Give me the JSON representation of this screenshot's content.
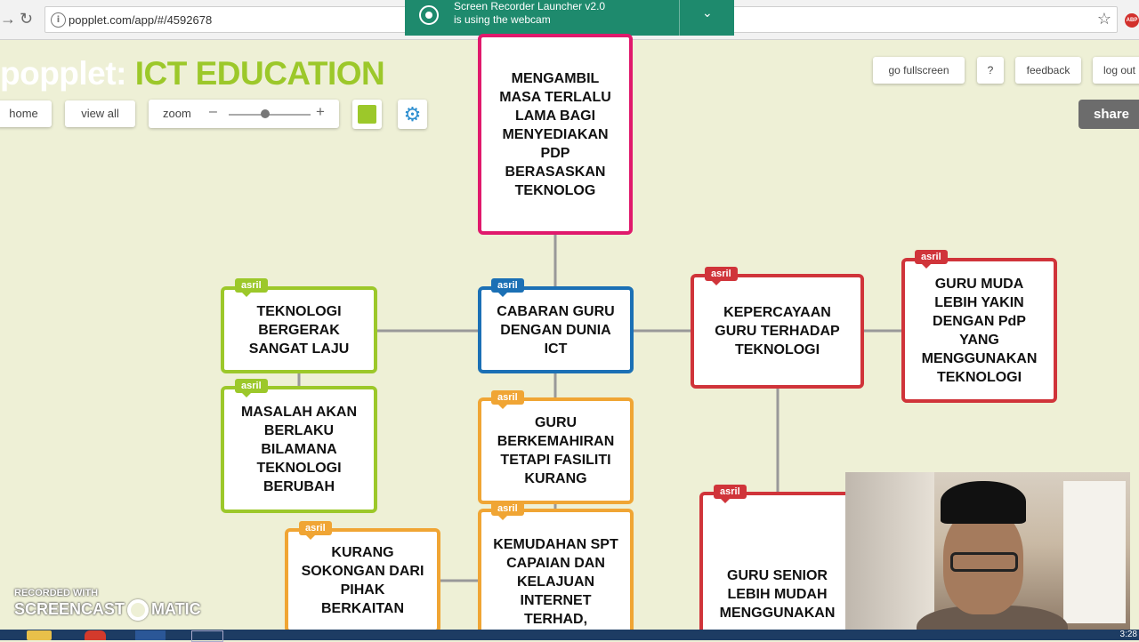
{
  "browser": {
    "url": "popplet.com/app/#/4592678"
  },
  "notification": {
    "title": "Screen Recorder Launcher v2.0",
    "message": "is using the webcam"
  },
  "app": {
    "brand_name": "popplet",
    "board_title": "ICT EDUCATION",
    "toolbar": {
      "home": "home",
      "view_all": "view all",
      "zoom": "zoom",
      "zoom_level": 0.45
    },
    "header_links": {
      "fullscreen": "go fullscreen",
      "help": "?",
      "feedback": "feedback",
      "logout": "log out",
      "share": "share"
    },
    "accent_color": "#9cc82a"
  },
  "popples": [
    {
      "author": "",
      "text": "MENGAMBIL MASA TERLALU LAMA BAGI MENYEDIAKAN PDP BERASASKAN TEKNOLOG",
      "color": "#e0196c"
    },
    {
      "author": "asril",
      "text": "TEKNOLOGI BERGERAK SANGAT LAJU",
      "color": "#9cc82a"
    },
    {
      "author": "asril",
      "text": "CABARAN GURU DENGAN  DUNIA ICT",
      "color": "#1b70b5"
    },
    {
      "author": "asril",
      "text": "KEPERCAYAAN GURU TERHADAP TEKNOLOGI",
      "color": "#d0343a"
    },
    {
      "author": "asril",
      "text": "GURU MUDA LEBIH YAKIN DENGAN PdP YANG MENGGUNAKAN TEKNOLOGI",
      "color": "#d0343a"
    },
    {
      "author": "asril",
      "text": "MASALAH AKAN BERLAKU BILAMANA TEKNOLOGI BERUBAH",
      "color": "#9cc82a"
    },
    {
      "author": "asril",
      "text": "GURU BERKEMAHIRAN TETAPI FASILITI KURANG",
      "color": "#f0a534"
    },
    {
      "author": "asril",
      "text": "KURANG SOKONGAN DARI PIHAK BERKAITAN",
      "color": "#f0a534"
    },
    {
      "author": "asril",
      "text": "KEMUDAHAN SPT CAPAIAN DAN KELAJUAN INTERNET TERHAD,",
      "color": "#f0a534"
    },
    {
      "author": "asril",
      "text": "GURU SENIOR LEBIH MUDAH MENGGUNAKAN",
      "color": "#d0343a"
    }
  ],
  "watermark": {
    "line1": "RECORDED WITH",
    "line2a": "SCREENCAST",
    "line2b": "MATIC"
  },
  "taskbar": {
    "clock": "3:28"
  }
}
